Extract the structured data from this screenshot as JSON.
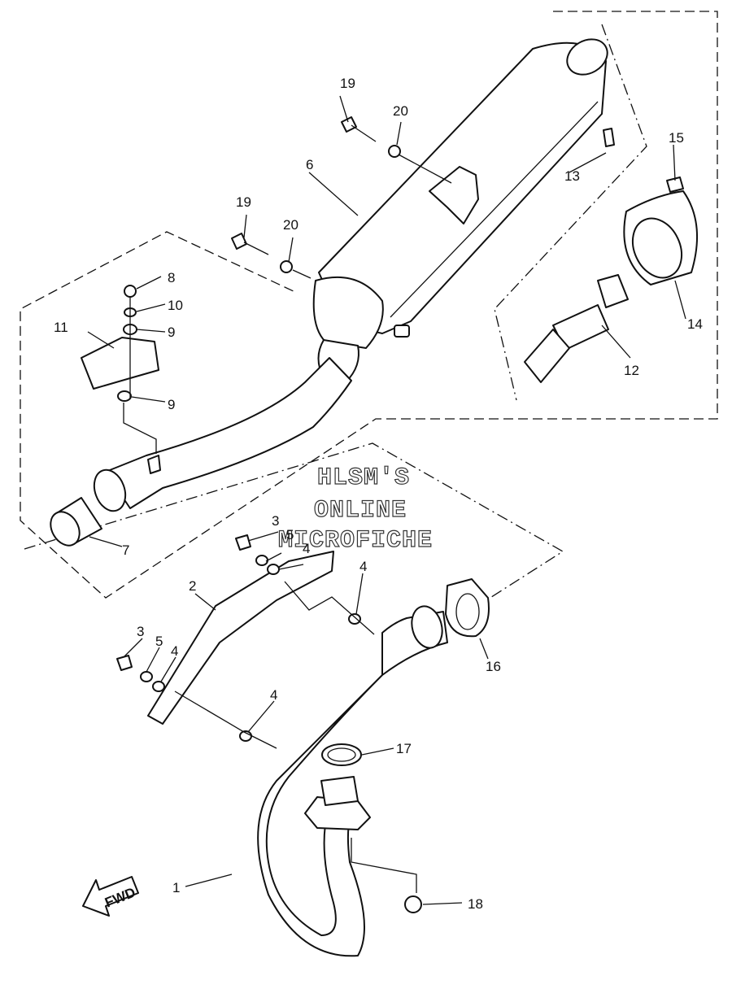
{
  "watermark": {
    "line1": "HLSM'S",
    "line2": "ONLINE",
    "line3": "MICROFICHE"
  },
  "fwd_label": "FWD",
  "callouts": {
    "c1": "1",
    "c2": "2",
    "c3a": "3",
    "c3b": "3",
    "c4a": "4",
    "c4b": "4",
    "c4c": "4",
    "c4d": "4",
    "c5a": "5",
    "c5b": "5",
    "c6": "6",
    "c7": "7",
    "c8": "8",
    "c9a": "9",
    "c9b": "9",
    "c10": "10",
    "c11": "11",
    "c12": "12",
    "c13": "13",
    "c14": "14",
    "c15": "15",
    "c16": "16",
    "c17": "17",
    "c18": "18",
    "c19a": "19",
    "c19b": "19",
    "c20a": "20",
    "c20b": "20"
  }
}
